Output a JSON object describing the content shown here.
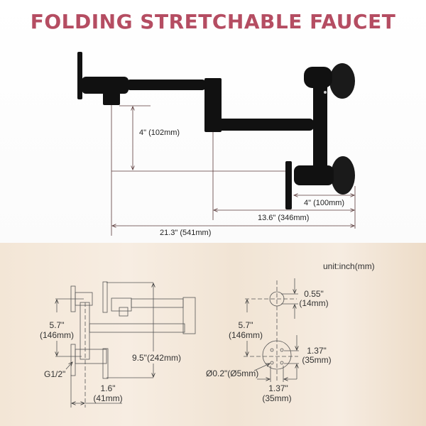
{
  "title": "FOLDING STRETCHABLE FAUCET",
  "colors": {
    "title": "#b54d62",
    "faucet": "#111111",
    "dimension_line": "#5a3a3a"
  },
  "top_dimensions": {
    "spout_height": "4\" (102mm)",
    "wall_to_handle": "4\" (100mm)",
    "wall_to_elbow": "13.6\" (346mm)",
    "total_length": "21.3\" (541mm)"
  },
  "bottom_diagram": {
    "unit": "unit:inch(mm)",
    "side_view": {
      "inlet_spacing_in": "5.7\"",
      "inlet_spacing_mm": "(146mm)",
      "thread": "G1/2\"",
      "depth_in": "1.6\"",
      "depth_mm": "(41mm)",
      "height": "9.5\"(242mm)"
    },
    "mount_view": {
      "top_dia_in": "0.55\"",
      "top_dia_mm": "(14mm)",
      "spacing_in": "5.7\"",
      "spacing_mm": "(146mm)",
      "flange_h_in": "1.37\"",
      "flange_h_mm": "(35mm)",
      "hole": "Ø0.2\"(Ø5mm)",
      "flange_w_in": "1.37\"",
      "flange_w_mm": "(35mm)"
    }
  }
}
